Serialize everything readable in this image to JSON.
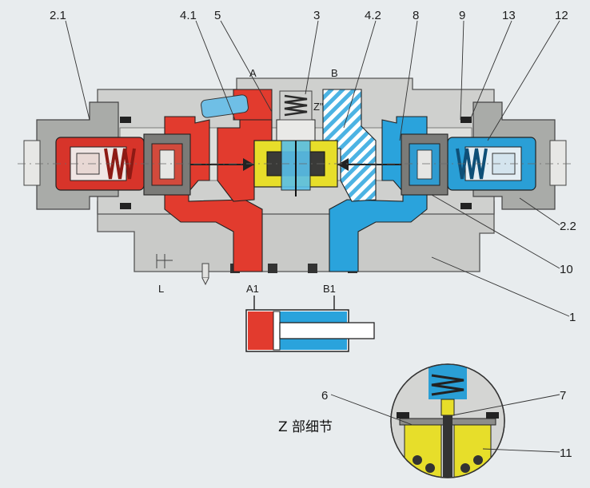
{
  "callouts": {
    "n2_1": "2.1",
    "n4_1": "4.1",
    "n5": "5",
    "n3": "3",
    "n4_2": "4.2",
    "n8": "8",
    "n9": "9",
    "n13": "13",
    "n12": "12",
    "n2_2": "2.2",
    "n10": "10",
    "n1": "1",
    "n6": "6",
    "n7": "7",
    "n11": "11"
  },
  "ports": {
    "A": "A",
    "B": "B",
    "L": "L",
    "A1": "A1",
    "B1": "B1",
    "Z_mark": "Z\""
  },
  "detail_caption": "Z 部细节",
  "colors": {
    "background": "#e8ecee",
    "body": "#cfcfcd",
    "housing": "#aeb0ad",
    "red": "#e23b2e",
    "blue": "#2aa3dc",
    "yellow": "#e7de2a",
    "spring_dark": "#2b2b2b",
    "light_gray": "#dcdcda"
  }
}
